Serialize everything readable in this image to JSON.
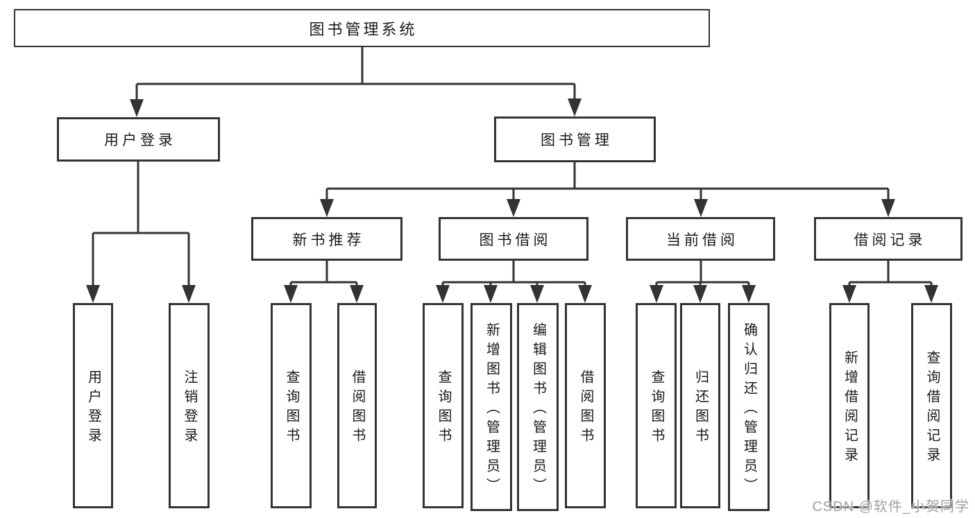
{
  "diagram": {
    "root": {
      "label": "图书管理系统"
    },
    "branches": [
      {
        "label": "用户登录",
        "children": [
          {
            "label": "用户登录"
          },
          {
            "label": "注销登录"
          }
        ]
      },
      {
        "label": "图书管理",
        "children": [
          {
            "label": "新书推荐",
            "children": [
              {
                "label": "查询图书"
              },
              {
                "label": "借阅图书"
              }
            ]
          },
          {
            "label": "图书借阅",
            "children": [
              {
                "label": "查询图书"
              },
              {
                "label": "新增图书（管理员）"
              },
              {
                "label": "编辑图书（管理员）"
              },
              {
                "label": "借阅图书"
              }
            ]
          },
          {
            "label": "当前借阅",
            "children": [
              {
                "label": "查询图书"
              },
              {
                "label": "归还图书"
              },
              {
                "label": "确认归还（管理员）"
              }
            ]
          },
          {
            "label": "借阅记录",
            "children": [
              {
                "label": "新增借阅记录"
              },
              {
                "label": "查询借阅记录"
              }
            ]
          }
        ]
      }
    ],
    "watermark": {
      "text": "CSDN @软件_小贺同学"
    },
    "colors": {
      "line": "#333333",
      "text": "#1a1a1a",
      "box_bg": "#ffffff",
      "watermark": "#a0a0a0"
    }
  }
}
